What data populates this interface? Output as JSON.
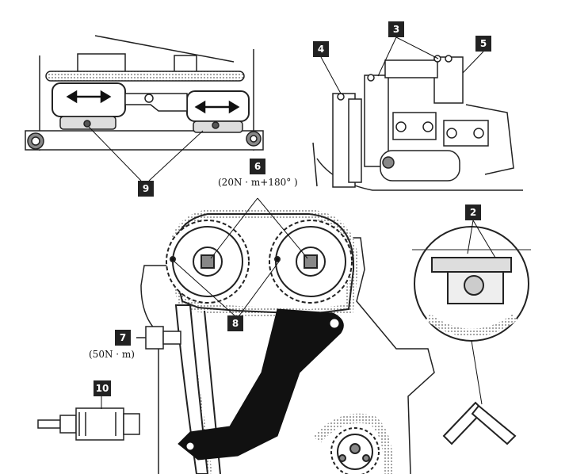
{
  "callouts": [
    {
      "id": "2",
      "label": "2"
    },
    {
      "id": "3",
      "label": "3"
    },
    {
      "id": "4",
      "label": "4"
    },
    {
      "id": "5",
      "label": "5"
    },
    {
      "id": "6",
      "label": "6"
    },
    {
      "id": "7",
      "label": "7"
    },
    {
      "id": "8",
      "label": "8"
    },
    {
      "id": "9",
      "label": "9"
    },
    {
      "id": "10",
      "label": "10"
    }
  ],
  "torques": {
    "camshaft_bolts": "(20N · m+180° )",
    "tensioner_bolt": "(50N · m)"
  },
  "colors": {
    "ink": "#222222",
    "chain_fill": "#cfcfcf",
    "paper": "#ffffff"
  }
}
